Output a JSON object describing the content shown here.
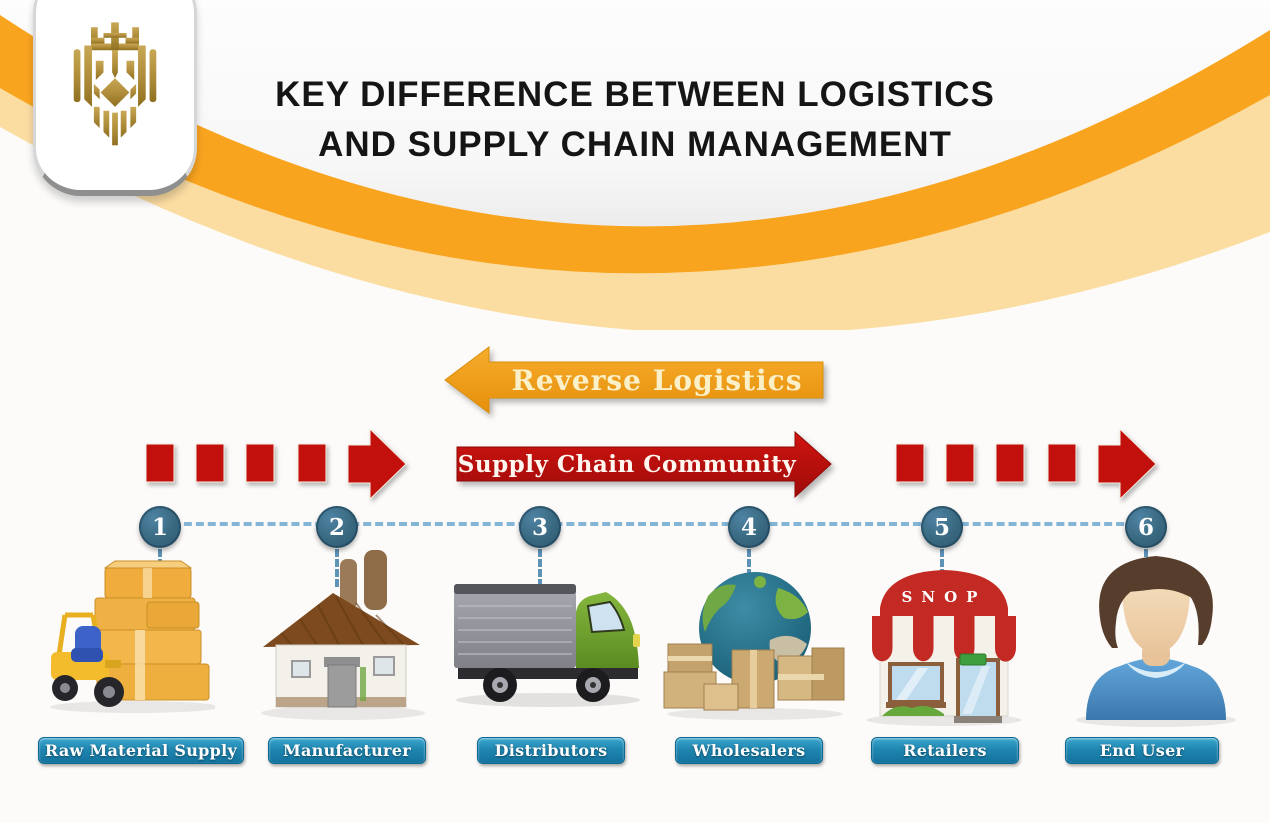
{
  "header": {
    "title_line1": "KEY DIFFERENCE BETWEEN LOGISTICS",
    "title_line2": "AND SUPPLY CHAIN MANAGEMENT",
    "swoosh_orange": "#F9A41F",
    "swoosh_pale": "#FBDDA2"
  },
  "logo": {
    "icon": "gold-lion-crest"
  },
  "arrows": {
    "reverse": {
      "label": "Reverse Logistics",
      "direction": "left",
      "color": "#EF9D1B"
    },
    "forward": {
      "label": "Supply Chain Community",
      "direction": "right",
      "color": "#C01110"
    },
    "dash_color": "#C2100D"
  },
  "timeline": {
    "line_color": "#84B5D6",
    "node_color": "#386787"
  },
  "stages": [
    {
      "number": "1",
      "label": "Raw Material Supply",
      "icon": "forklift-with-boxes"
    },
    {
      "number": "2",
      "label": "Manufacturer",
      "icon": "factory"
    },
    {
      "number": "3",
      "label": "Distributors",
      "icon": "delivery-truck"
    },
    {
      "number": "4",
      "label": "Wholesalers",
      "icon": "globe-with-boxes"
    },
    {
      "number": "5",
      "label": "Retailers",
      "icon": "retail-shop"
    },
    {
      "number": "6",
      "label": "End User",
      "icon": "person"
    }
  ],
  "shop": {
    "sign": "SNOP"
  }
}
